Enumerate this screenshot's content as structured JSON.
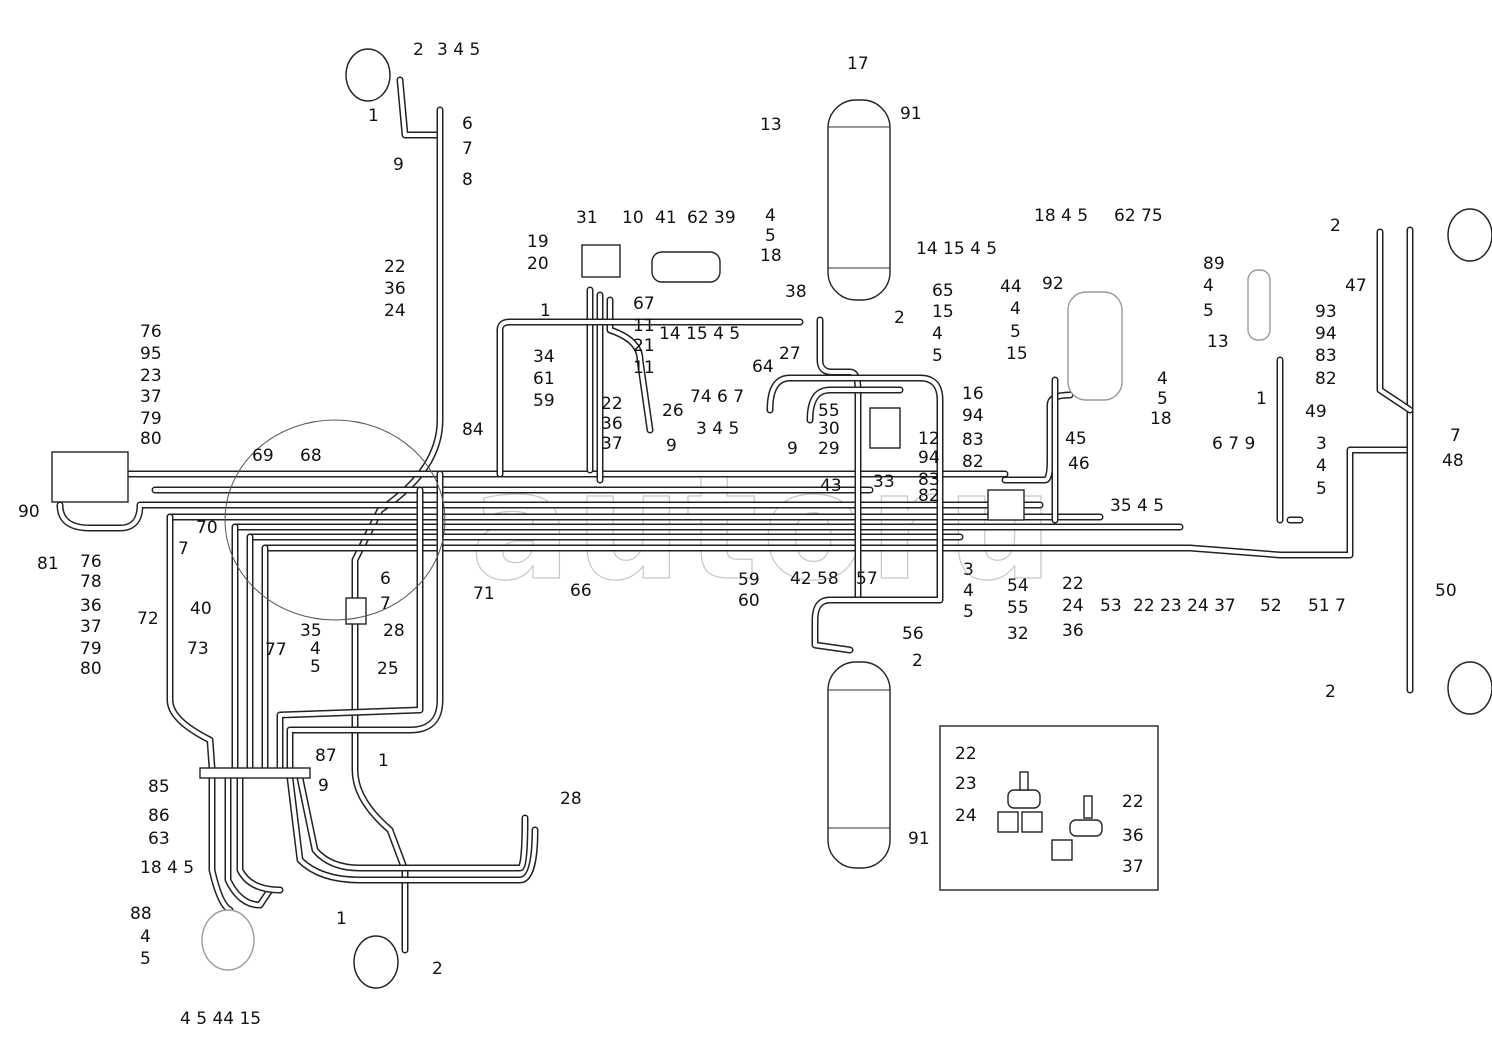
{
  "watermark": "autoru",
  "labels": [
    "2",
    "3 4 5",
    "1",
    "6",
    "9",
    "7",
    "8",
    "13",
    "17",
    "91",
    "31",
    "10",
    "41",
    "62 39",
    "4",
    "5",
    "18",
    "19",
    "20",
    "22",
    "36",
    "24",
    "14 15 4 5",
    "18 4 5",
    "62 75",
    "1",
    "67",
    "11",
    "21",
    "11",
    "14 15 4 5",
    "34",
    "61",
    "59",
    "38",
    "2",
    "65",
    "15",
    "4",
    "5",
    "44",
    "4",
    "5",
    "15",
    "92",
    "89",
    "4",
    "5",
    "13",
    "2",
    "47",
    "93",
    "94",
    "83",
    "82",
    "76",
    "95",
    "23",
    "37",
    "79",
    "80",
    "64",
    "27",
    "74 6 7",
    "3 4 5",
    "22",
    "36",
    "37",
    "26",
    "9",
    "9",
    "55",
    "30",
    "29",
    "12",
    "16",
    "94",
    "83",
    "82",
    "94",
    "83",
    "82",
    "33",
    "43",
    "4",
    "5",
    "18",
    "45",
    "46",
    "1",
    "49",
    "6 7 9",
    "3",
    "4",
    "5",
    "7",
    "48",
    "84",
    "69",
    "68",
    "90",
    "70",
    "81",
    "66",
    "59",
    "60",
    "42 58",
    "57",
    "35 4 5",
    "3",
    "4",
    "5",
    "54",
    "55",
    "32",
    "22",
    "24",
    "36",
    "53",
    "22 23 24 37",
    "52",
    "51 7",
    "50",
    "7",
    "76",
    "78",
    "36",
    "37",
    "79",
    "80",
    "72",
    "40",
    "6",
    "7",
    "35",
    "4",
    "5",
    "28",
    "73",
    "77",
    "71",
    "25",
    "56",
    "2",
    "87",
    "9",
    "85",
    "86",
    "63",
    "1",
    "28",
    "18 4 5",
    "88",
    "4",
    "5",
    "1",
    "2",
    "4 5 44 15",
    "2",
    "91",
    "22",
    "23",
    "24",
    "22",
    "36",
    "37"
  ]
}
